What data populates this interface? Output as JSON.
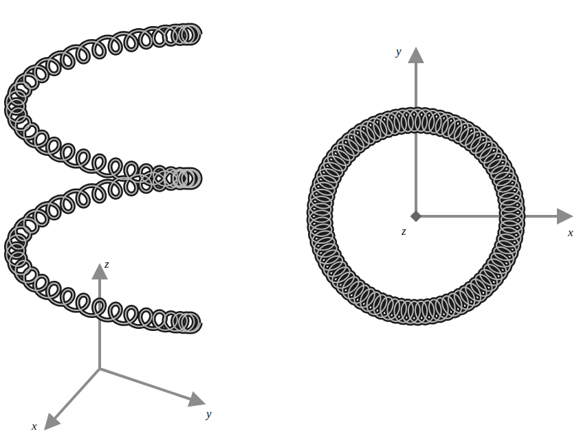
{
  "diagram": {
    "labels": [
      "z",
      "x",
      "y",
      "y",
      "x",
      "z"
    ]
  }
}
